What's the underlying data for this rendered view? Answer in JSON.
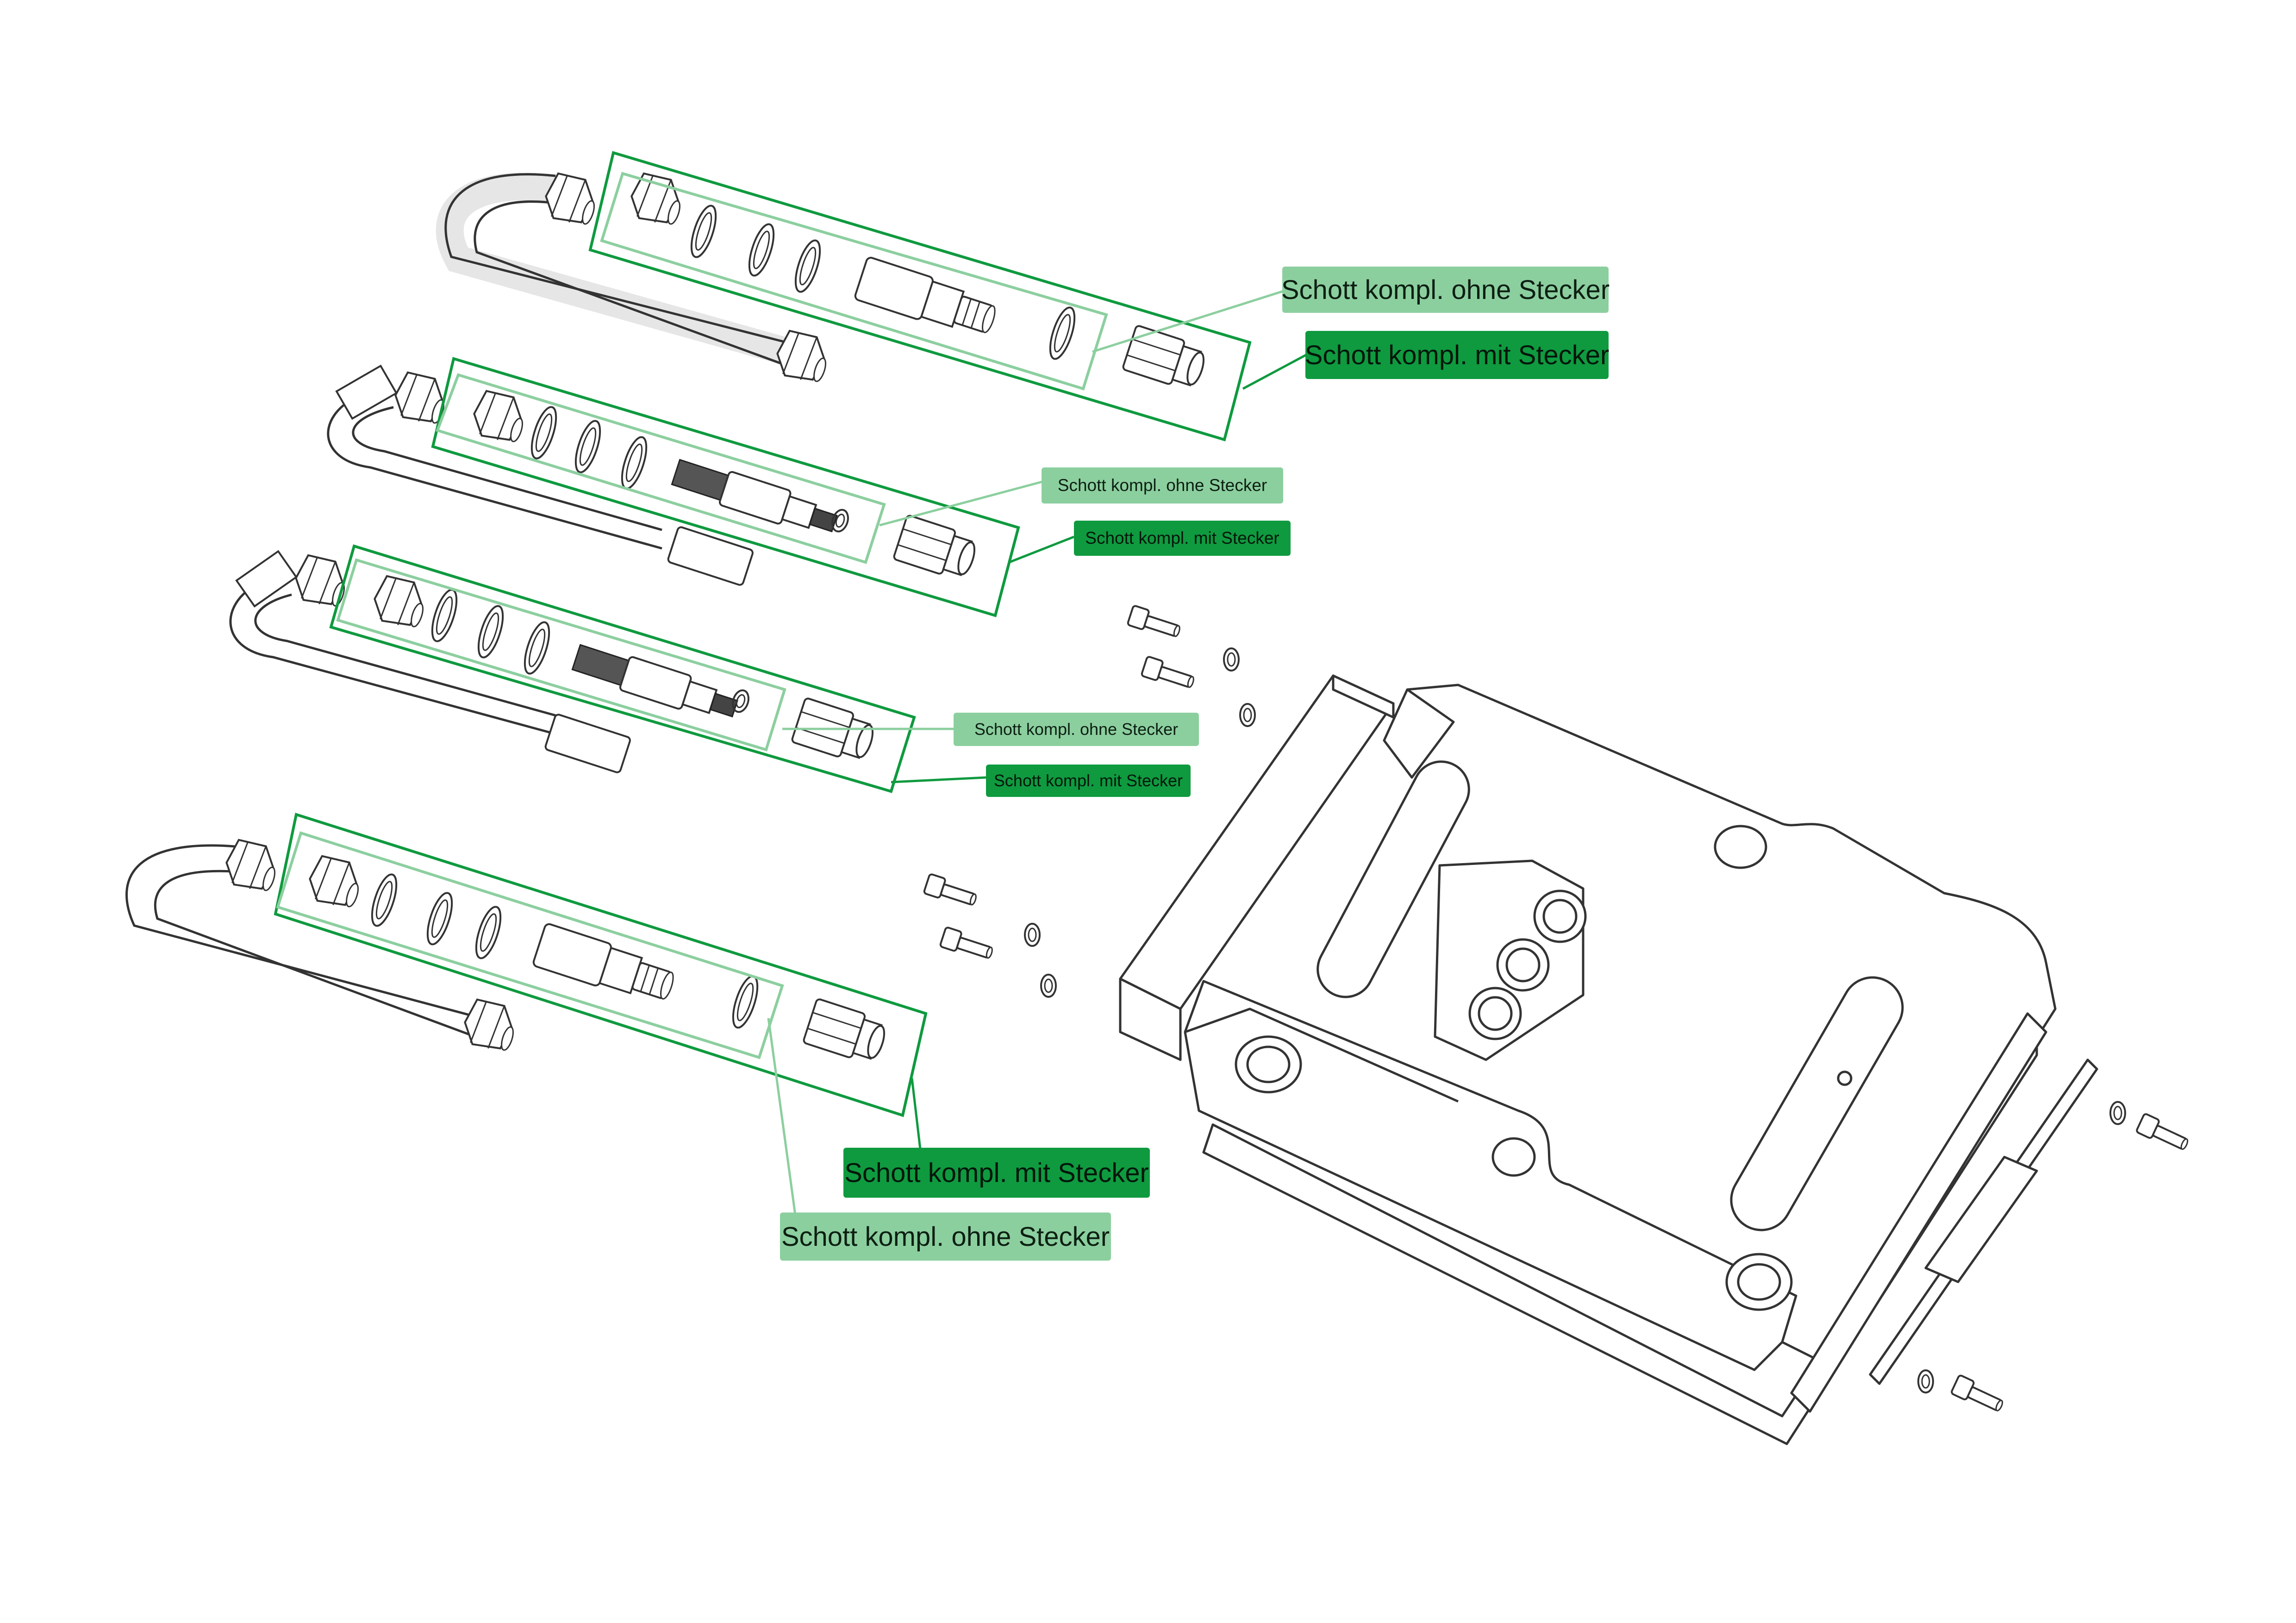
{
  "colors": {
    "background": "#ffffff",
    "line_drawing": "#333333",
    "frame_mit_stecker": "#0f9a3f",
    "frame_ohne_stecker": "#8ccf9f"
  },
  "assemblies": [
    {
      "ohne_label": "Schott kompl. ohne Stecker",
      "mit_label": "Schott kompl. mit Stecker"
    },
    {
      "ohne_label": "Schott kompl. ohne Stecker",
      "mit_label": "Schott kompl. mit Stecker"
    },
    {
      "ohne_label": "Schott kompl. ohne Stecker",
      "mit_label": "Schott kompl. mit Stecker"
    },
    {
      "ohne_label": "Schott kompl. ohne Stecker",
      "mit_label": "Schott kompl. mit Stecker"
    }
  ]
}
